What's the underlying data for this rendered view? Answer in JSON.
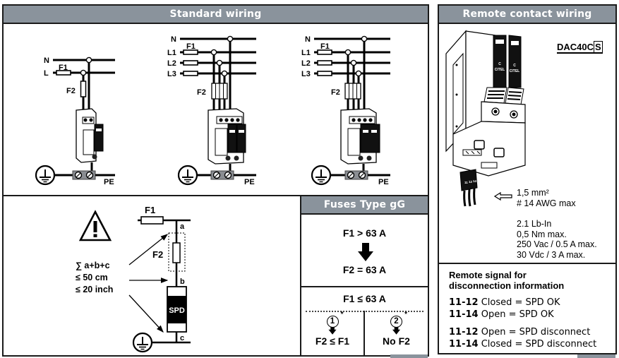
{
  "standard_wiring": {
    "title": "Standard wiring",
    "single_phase": {
      "lines": [
        "N",
        "L"
      ],
      "f1": "F1",
      "f2": "F2",
      "pe": "PE"
    },
    "three_phase_a": {
      "lines": [
        "N",
        "L1",
        "L2",
        "L3"
      ],
      "f1": "F1",
      "f2": "F2",
      "pe": "PE"
    },
    "three_phase_b": {
      "lines": [
        "N",
        "L1",
        "L2",
        "L3"
      ],
      "f1": "F1",
      "f2": "F2",
      "pe": "PE"
    }
  },
  "cable_length": {
    "formula": "∑ a+b+c",
    "limit_cm": "≤ 50 cm",
    "limit_inch": "≤ 20 inch",
    "f1": "F1",
    "f2": "F2",
    "spd_label": "SPD",
    "segments": [
      "a",
      "b",
      "c"
    ]
  },
  "fuses": {
    "title": "Fuses Type gG",
    "case_high": {
      "condition": "F1 > 63 A",
      "result": "F2 = 63 A"
    },
    "case_low": {
      "condition": "F1 ≤ 63 A",
      "options": [
        {
          "number": "1",
          "marker": "*",
          "result": "F2 ≤ F1"
        },
        {
          "number": "2",
          "marker": "*",
          "result": "No F2"
        }
      ]
    }
  },
  "remote_contact": {
    "title": "Remote contact wiring",
    "model": "DAC40C",
    "model_suffix": "S",
    "brand": "CITEL",
    "brand_logo": "C",
    "terminal_labels": [
      "11",
      "12",
      "14"
    ],
    "wire_spec": [
      "1,5 mm²",
      "# 14 AWG max"
    ],
    "torque_spec": [
      "2.1 Lb-In",
      "0,5 Nm max.",
      "250 Vac / 0.5 A max.",
      "30 Vdc / 3 A max."
    ]
  },
  "remote_signal": {
    "title_line1": "Remote signal for",
    "title_line2": "disconnection information",
    "ok_states": [
      {
        "contacts": "11-12",
        "state": "Closed = SPD OK"
      },
      {
        "contacts": "11-14",
        "state": "Open = SPD OK"
      }
    ],
    "disconnect_states": [
      {
        "contacts": "11-12",
        "state": "Open = SPD disconnect"
      },
      {
        "contacts": "11-14",
        "state": "Closed = SPD disconnect"
      }
    ]
  }
}
